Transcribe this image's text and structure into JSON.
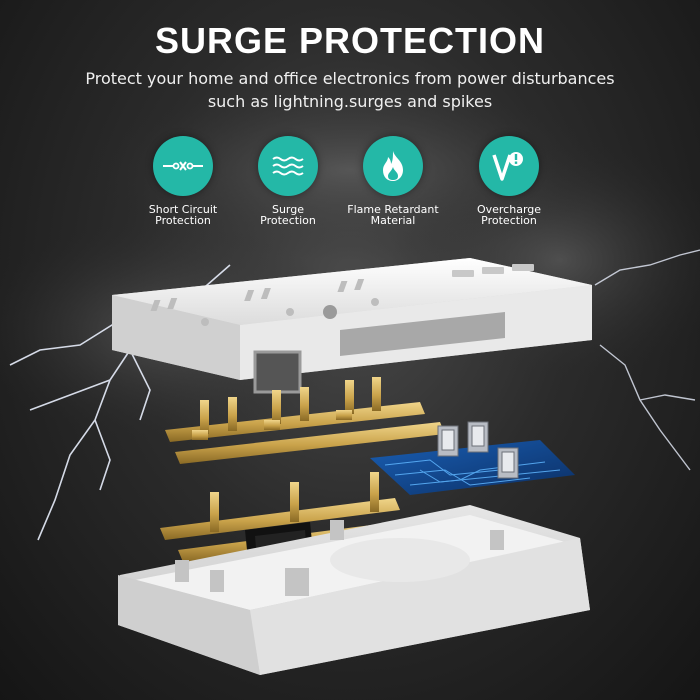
{
  "header": {
    "title": "SURGE PROTECTION",
    "subtitle_line1": "Protect your home and office electronics from power disturbances",
    "subtitle_line2": "such as lightning.surges and spikes"
  },
  "features": [
    {
      "icon": "short-circuit-icon",
      "line1": "Short Circuit",
      "line2": "Protection"
    },
    {
      "icon": "surge-waves-icon",
      "line1": "Surge",
      "line2": "Protection"
    },
    {
      "icon": "flame-icon",
      "line1": "Flame Retardant",
      "line2": "Material"
    },
    {
      "icon": "overcharge-icon",
      "line1": "Overcharge",
      "line2": "Protection"
    }
  ],
  "colors": {
    "accent": "#24b8a7",
    "background": "#2b2b2b",
    "text": "#ffffff",
    "brass": "#c9a24a"
  }
}
